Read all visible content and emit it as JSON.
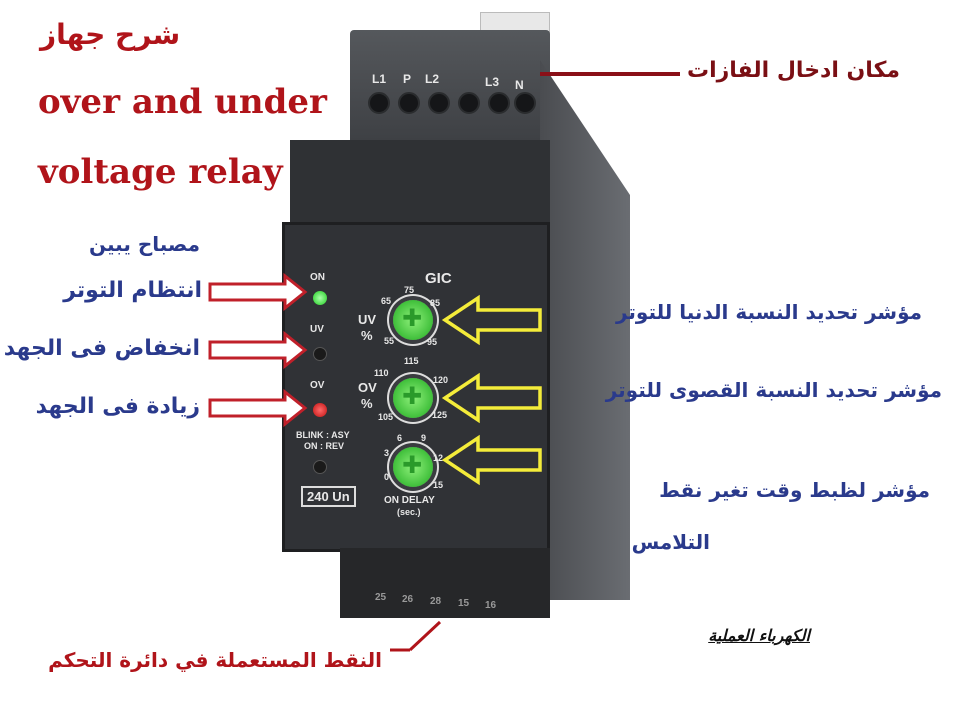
{
  "title": {
    "arabic": "شرح جهاز",
    "line1": "over and under",
    "line2": "voltage relay"
  },
  "device": {
    "terminals_top": [
      "L1",
      "P",
      "L2",
      "L3",
      "N"
    ],
    "terminals_bottom": [
      "25",
      "26",
      "28",
      "15",
      "16"
    ],
    "brand": "GIC",
    "leds": {
      "on": "ON",
      "uv": "UV",
      "ov": "OV",
      "blink1": "BLINK : ASY",
      "blink2": "ON : REV"
    },
    "rating": "240 Un",
    "uv_knob": {
      "label": "UV",
      "unit": "%",
      "scale": [
        "55",
        "65",
        "75",
        "85",
        "95"
      ]
    },
    "ov_knob": {
      "label": "OV",
      "unit": "%",
      "scale": [
        "105",
        "110",
        "115",
        "120",
        "125"
      ]
    },
    "delay_knob": {
      "label": "ON DELAY",
      "unit": "(sec.)",
      "scale": [
        "0",
        "3",
        "6",
        "9",
        "12",
        "15"
      ]
    }
  },
  "annotations": {
    "phases_input": "مكان ادخال الفازات",
    "on_lamp_1": "مصباح يبين",
    "on_lamp_2": "انتظام التوتر",
    "undervoltage": "انخفاض فى الجهد",
    "overvoltage": "زيادة فى الجهد",
    "uv_setting": "مؤشر تحديد النسبة الدنيا للتوتر",
    "ov_setting": "مؤشر تحديد النسبة القصوى للتوتر",
    "delay_setting_1": "مؤشر لظبط وقت تغير نقط",
    "delay_setting_2": "التلامس",
    "control_points": "النقط المستعملة في دائرة التحكم",
    "credit": "الكهرباء العملية"
  },
  "colors": {
    "red": "#b0141a",
    "blue": "#2a3a8c",
    "yellow": "#f4ec3a",
    "device": "#3a3c40"
  }
}
